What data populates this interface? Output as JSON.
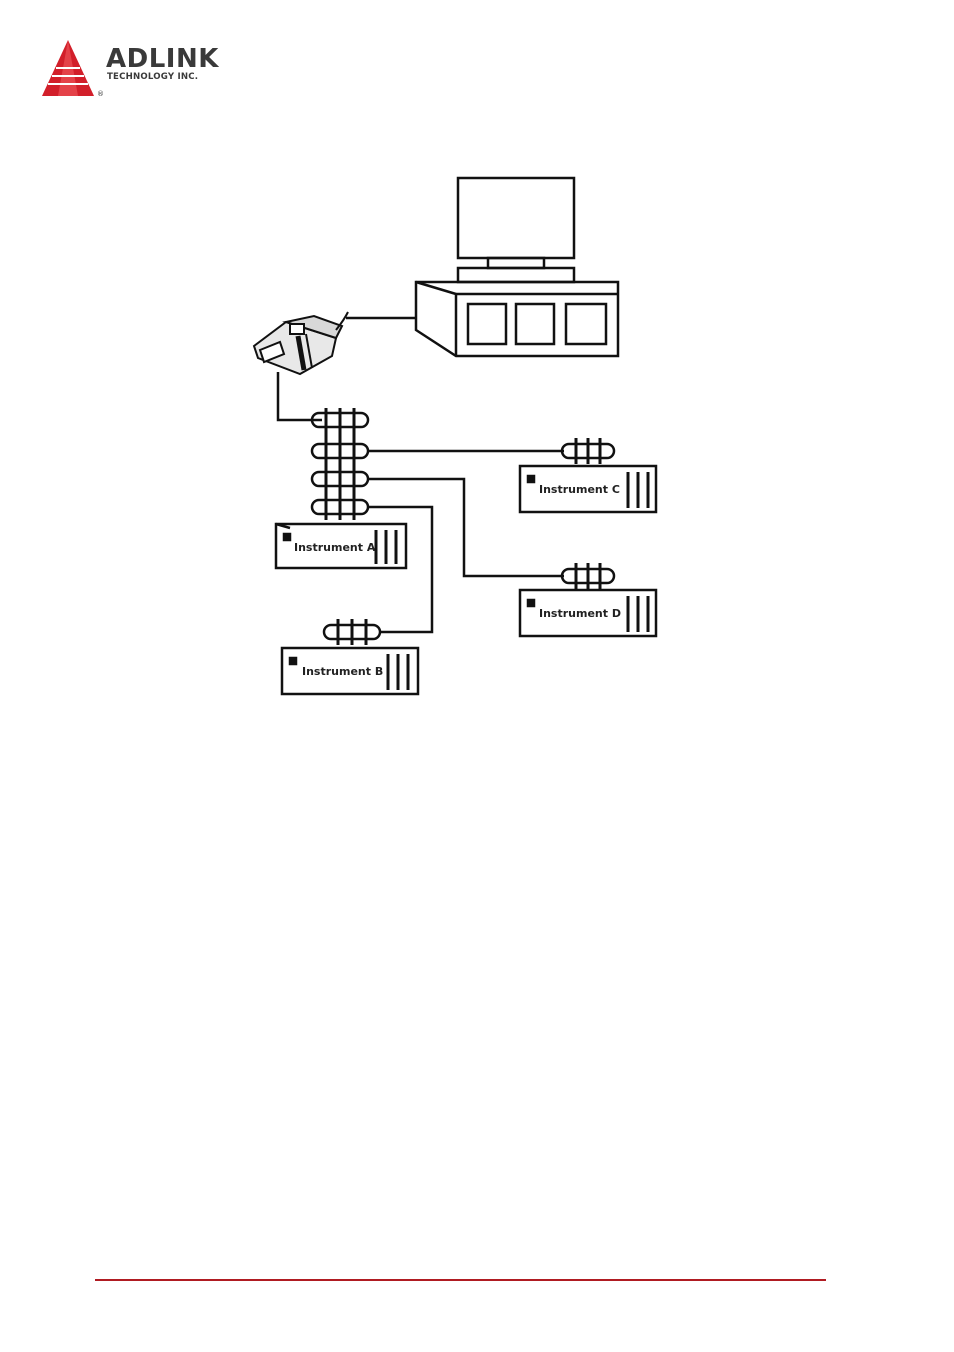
{
  "header": {
    "brand_name": "ADLINK",
    "brand_sub": "TECHNOLOGY INC.",
    "registered_mark": "®",
    "accent_color": "#c8102e"
  },
  "diagram": {
    "instruments": [
      {
        "label": "Instrument A"
      },
      {
        "label": "Instrument B"
      },
      {
        "label": "Instrument C"
      },
      {
        "label": "Instrument D"
      }
    ]
  },
  "footer": {
    "rule_color": "#b01b22"
  }
}
